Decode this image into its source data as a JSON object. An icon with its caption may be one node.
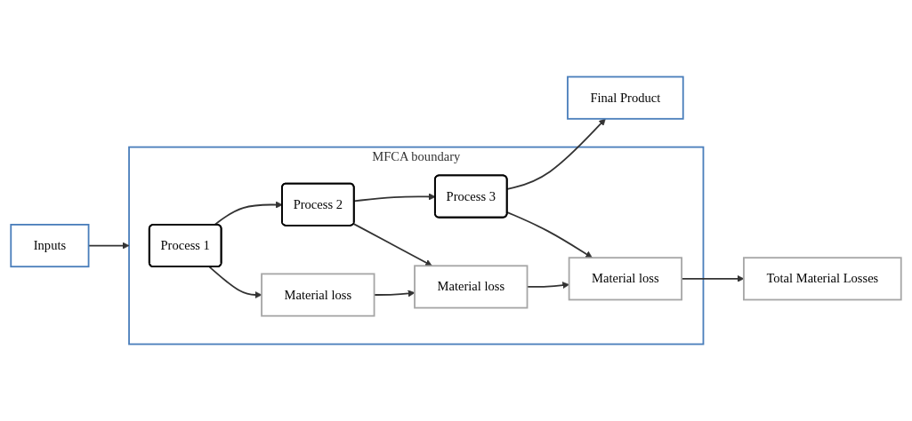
{
  "diagram": {
    "nodes": [
      {
        "text": [
          "Inputs"
        ]
      },
      {
        "text": [
          "MFCA boundary"
        ]
      },
      {
        "text": [
          "Process 1"
        ],
        "in": 1
      },
      {
        "text": [
          "Process 2"
        ],
        "in": 1
      },
      {
        "text": [
          "Process 3"
        ],
        "in": 1
      },
      {
        "text": [
          "Material loss"
        ],
        "in": 1
      },
      {
        "text": [
          "Material loss"
        ],
        "in": 1
      },
      {
        "text": [
          "Material loss"
        ],
        "in": 1
      },
      {
        "text": [
          "Final Product"
        ]
      },
      {
        "text": [
          "Total Material Losses"
        ]
      }
    ],
    "edges": [
      {
        "from": 0,
        "to": 1,
        "arrow": "to"
      },
      {
        "from": 2,
        "to": 3,
        "arrow": "to"
      },
      {
        "from": 3,
        "to": 4,
        "arrow": "to"
      },
      {
        "from": 4,
        "to": 8,
        "arrow": "to"
      },
      {
        "from": 2,
        "to": 5,
        "arrow": "to"
      },
      {
        "from": 3,
        "to": 6,
        "arrow": "to"
      },
      {
        "from": 4,
        "to": 7,
        "arrow": "to"
      },
      {
        "from": 5,
        "to": 6,
        "arrow": "to"
      },
      {
        "from": 6,
        "to": 7,
        "arrow": "to"
      },
      {
        "from": 7,
        "to": 9,
        "arrow": "to"
      }
    ]
  }
}
